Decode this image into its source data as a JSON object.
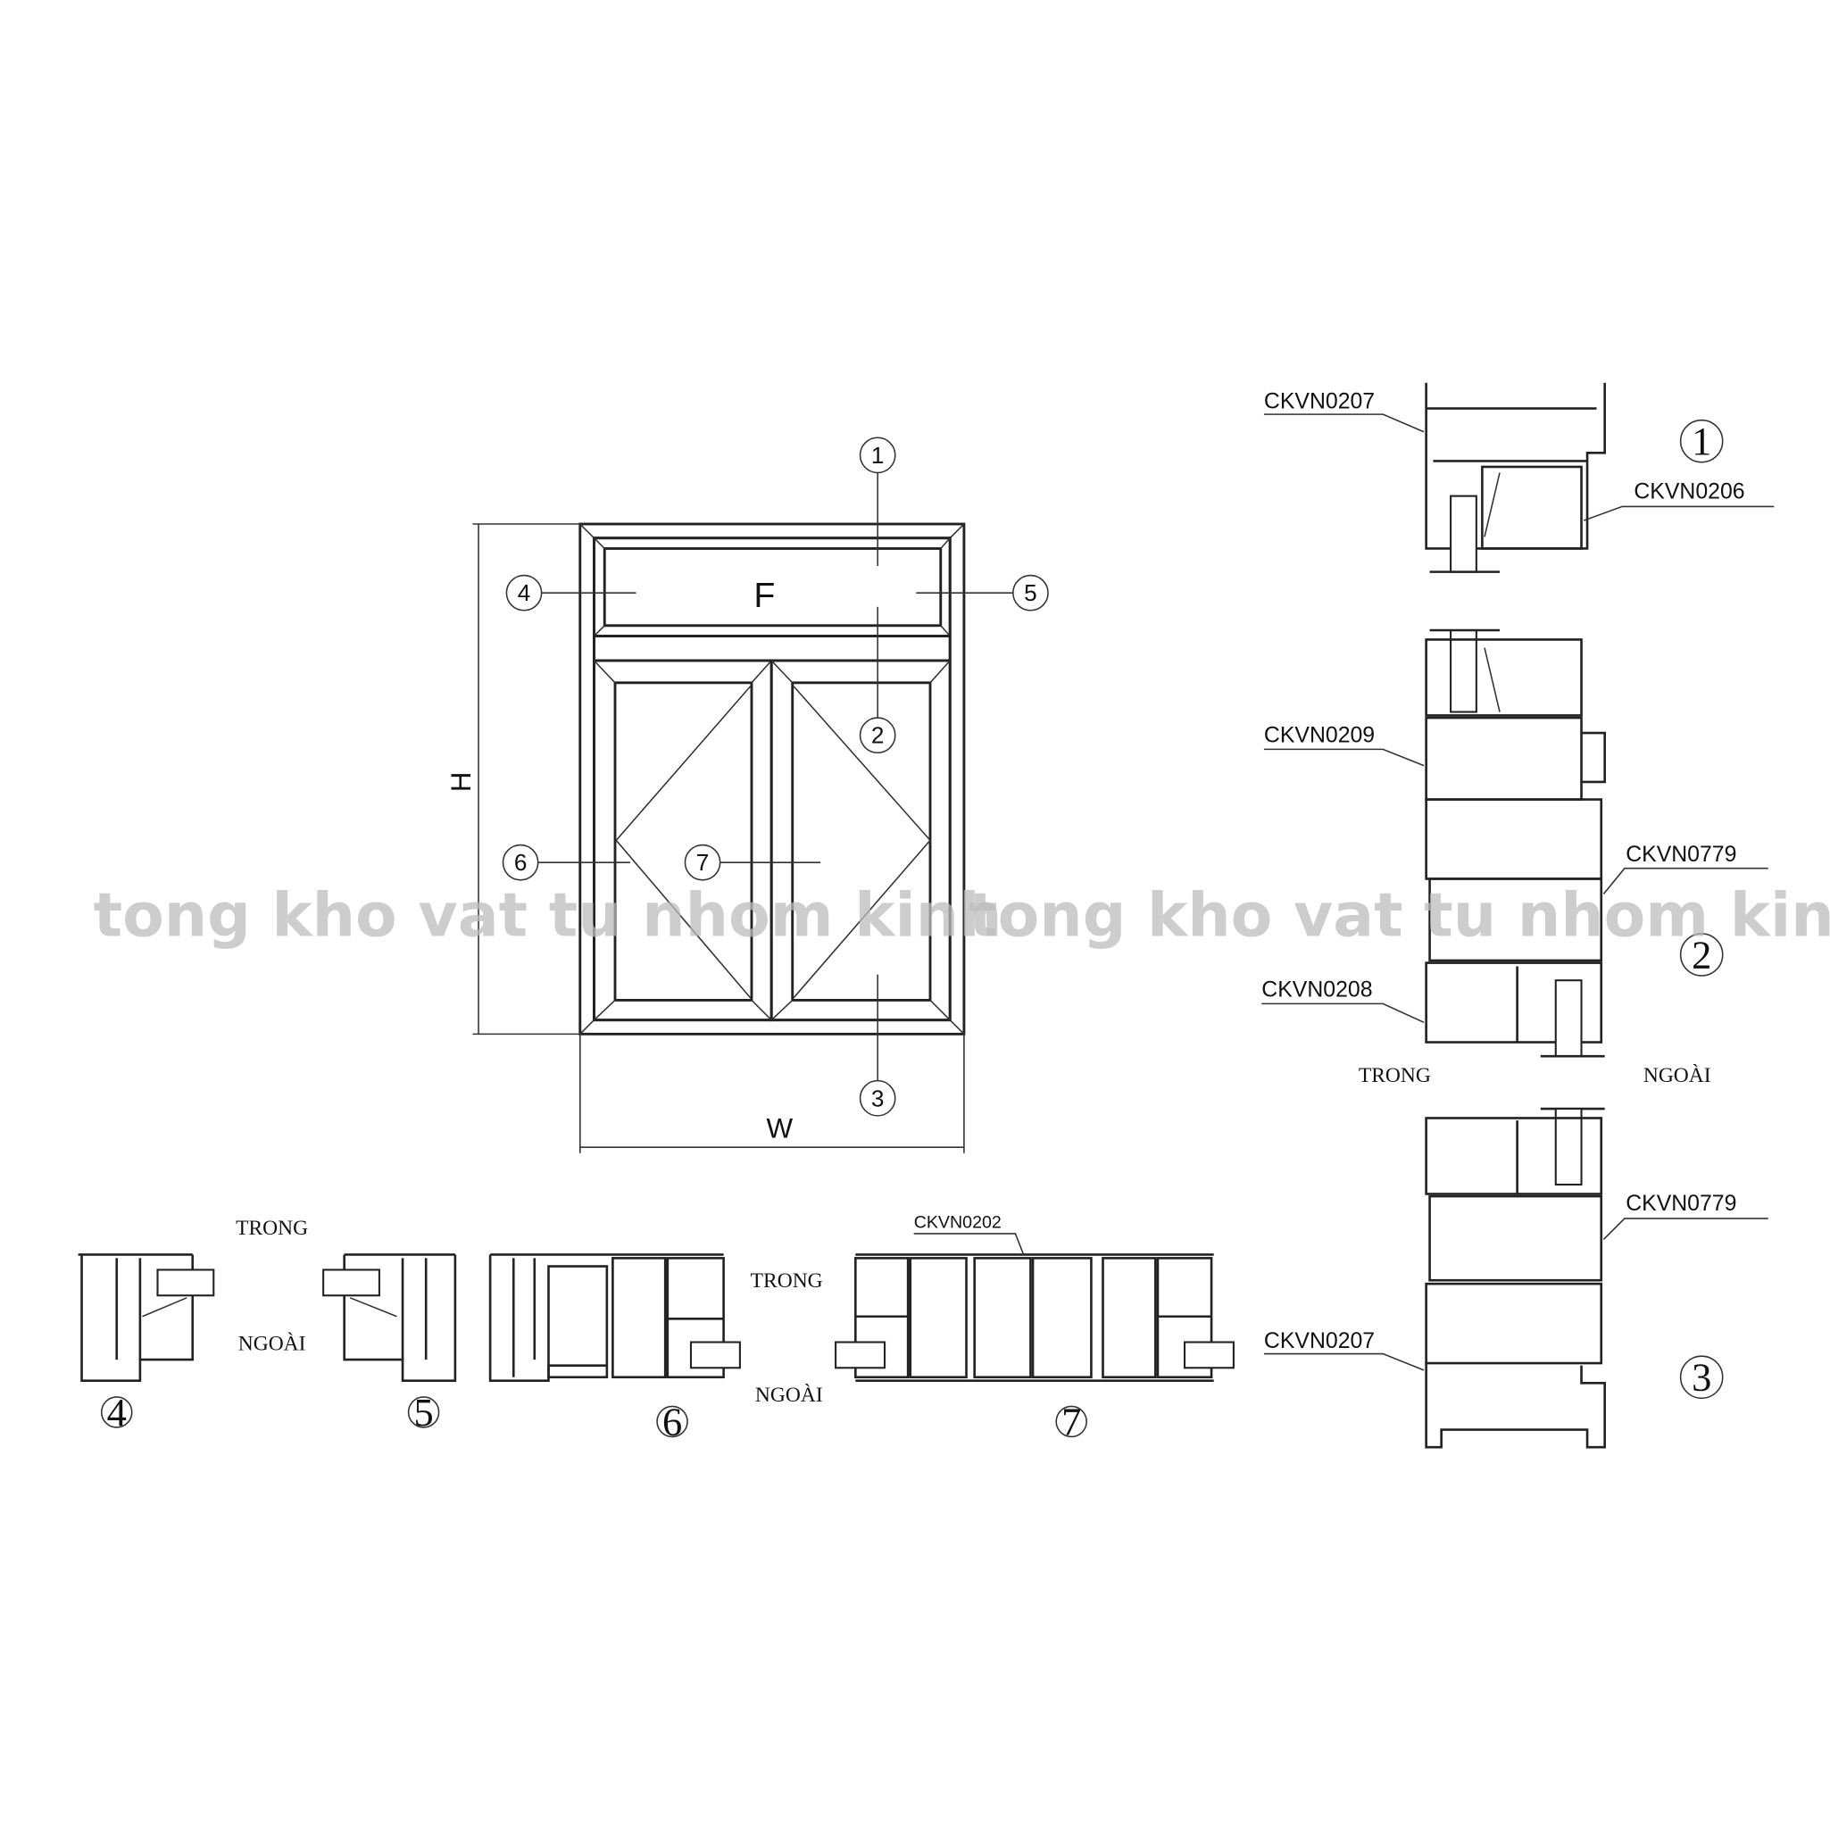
{
  "elevation": {
    "panel_label": "F",
    "dim_height": "H",
    "dim_width": "W",
    "callouts": [
      "1",
      "2",
      "3",
      "4",
      "5",
      "6",
      "7"
    ]
  },
  "vertical_sections": {
    "section_1": {
      "number": "1",
      "labels": [
        "CKVN0207",
        "CKVN0206"
      ]
    },
    "section_2": {
      "number": "2",
      "labels": [
        "CKVN0209",
        "CKVN0779",
        "CKVN0208"
      ],
      "inside": "TRONG",
      "outside": "NGOÀI"
    },
    "section_3": {
      "number": "3",
      "labels": [
        "CKVN0779",
        "CKVN0207"
      ]
    }
  },
  "horizontal_sections": {
    "section_4": {
      "number": "4"
    },
    "section_5": {
      "number": "5"
    },
    "section_6": {
      "number": "6"
    },
    "section_7": {
      "number": "7",
      "label": "CKVN0202"
    },
    "inside": "TRONG",
    "outside": "NGOÀI"
  },
  "watermark": "tong kho vat tu nhom kinh"
}
